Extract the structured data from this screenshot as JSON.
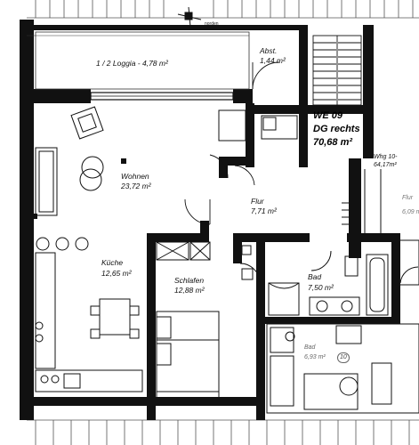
{
  "unit": {
    "id": "WE 09",
    "floor": "DG rechts",
    "area": "70,68 m²"
  },
  "rooms": {
    "loggia": {
      "name": "1 / 2  Loggia - 4,78 m²"
    },
    "abstellraum": {
      "name": "Abst.",
      "area": "1,44 m²"
    },
    "wohnen": {
      "name": "Wohnen",
      "area": "23,72 m²"
    },
    "flur": {
      "name": "Flur",
      "area": "7,71 m²"
    },
    "kueche": {
      "name": "Küche",
      "area": "12,65 m²"
    },
    "schlafen": {
      "name": "Schlafen",
      "area": "12,88 m²"
    },
    "bad": {
      "name": "Bad",
      "area": "7,50 m²"
    }
  },
  "neighbors": {
    "whg10": {
      "name": "Whg 10-",
      "area": "64,17m²"
    },
    "flur": {
      "name": "Flur",
      "area": "6,09 m"
    },
    "bad": {
      "name": "Bad",
      "area": "6,93 m²",
      "number": "10"
    }
  },
  "compass_label": "norden"
}
